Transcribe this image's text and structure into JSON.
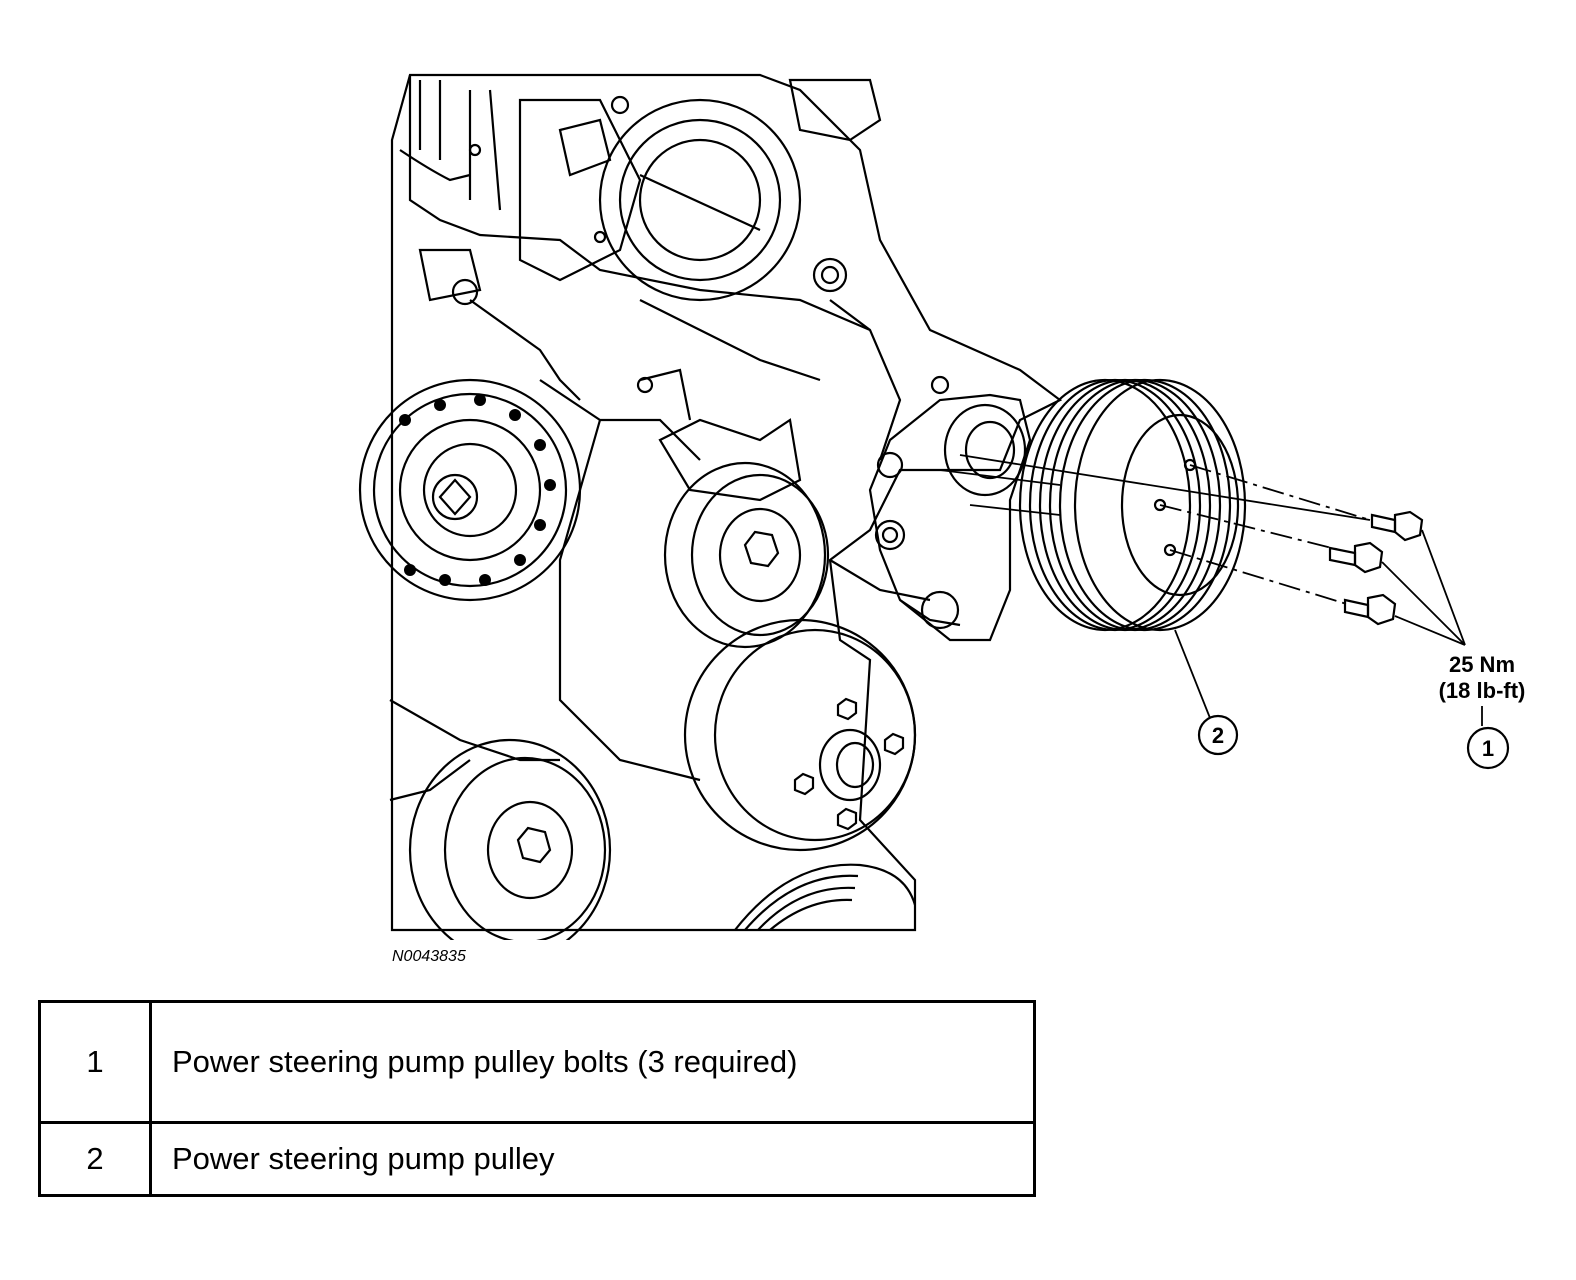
{
  "callouts": [
    {
      "number": "1",
      "torque_nm": "25 Nm",
      "torque_lbft": "(18 lb-ft)"
    },
    {
      "number": "2"
    }
  ],
  "figure_id": "N0043835",
  "legend": [
    {
      "number": "1",
      "description": "Power steering pump pulley bolts (3 required)"
    },
    {
      "number": "2",
      "description": "Power steering pump pulley"
    }
  ]
}
